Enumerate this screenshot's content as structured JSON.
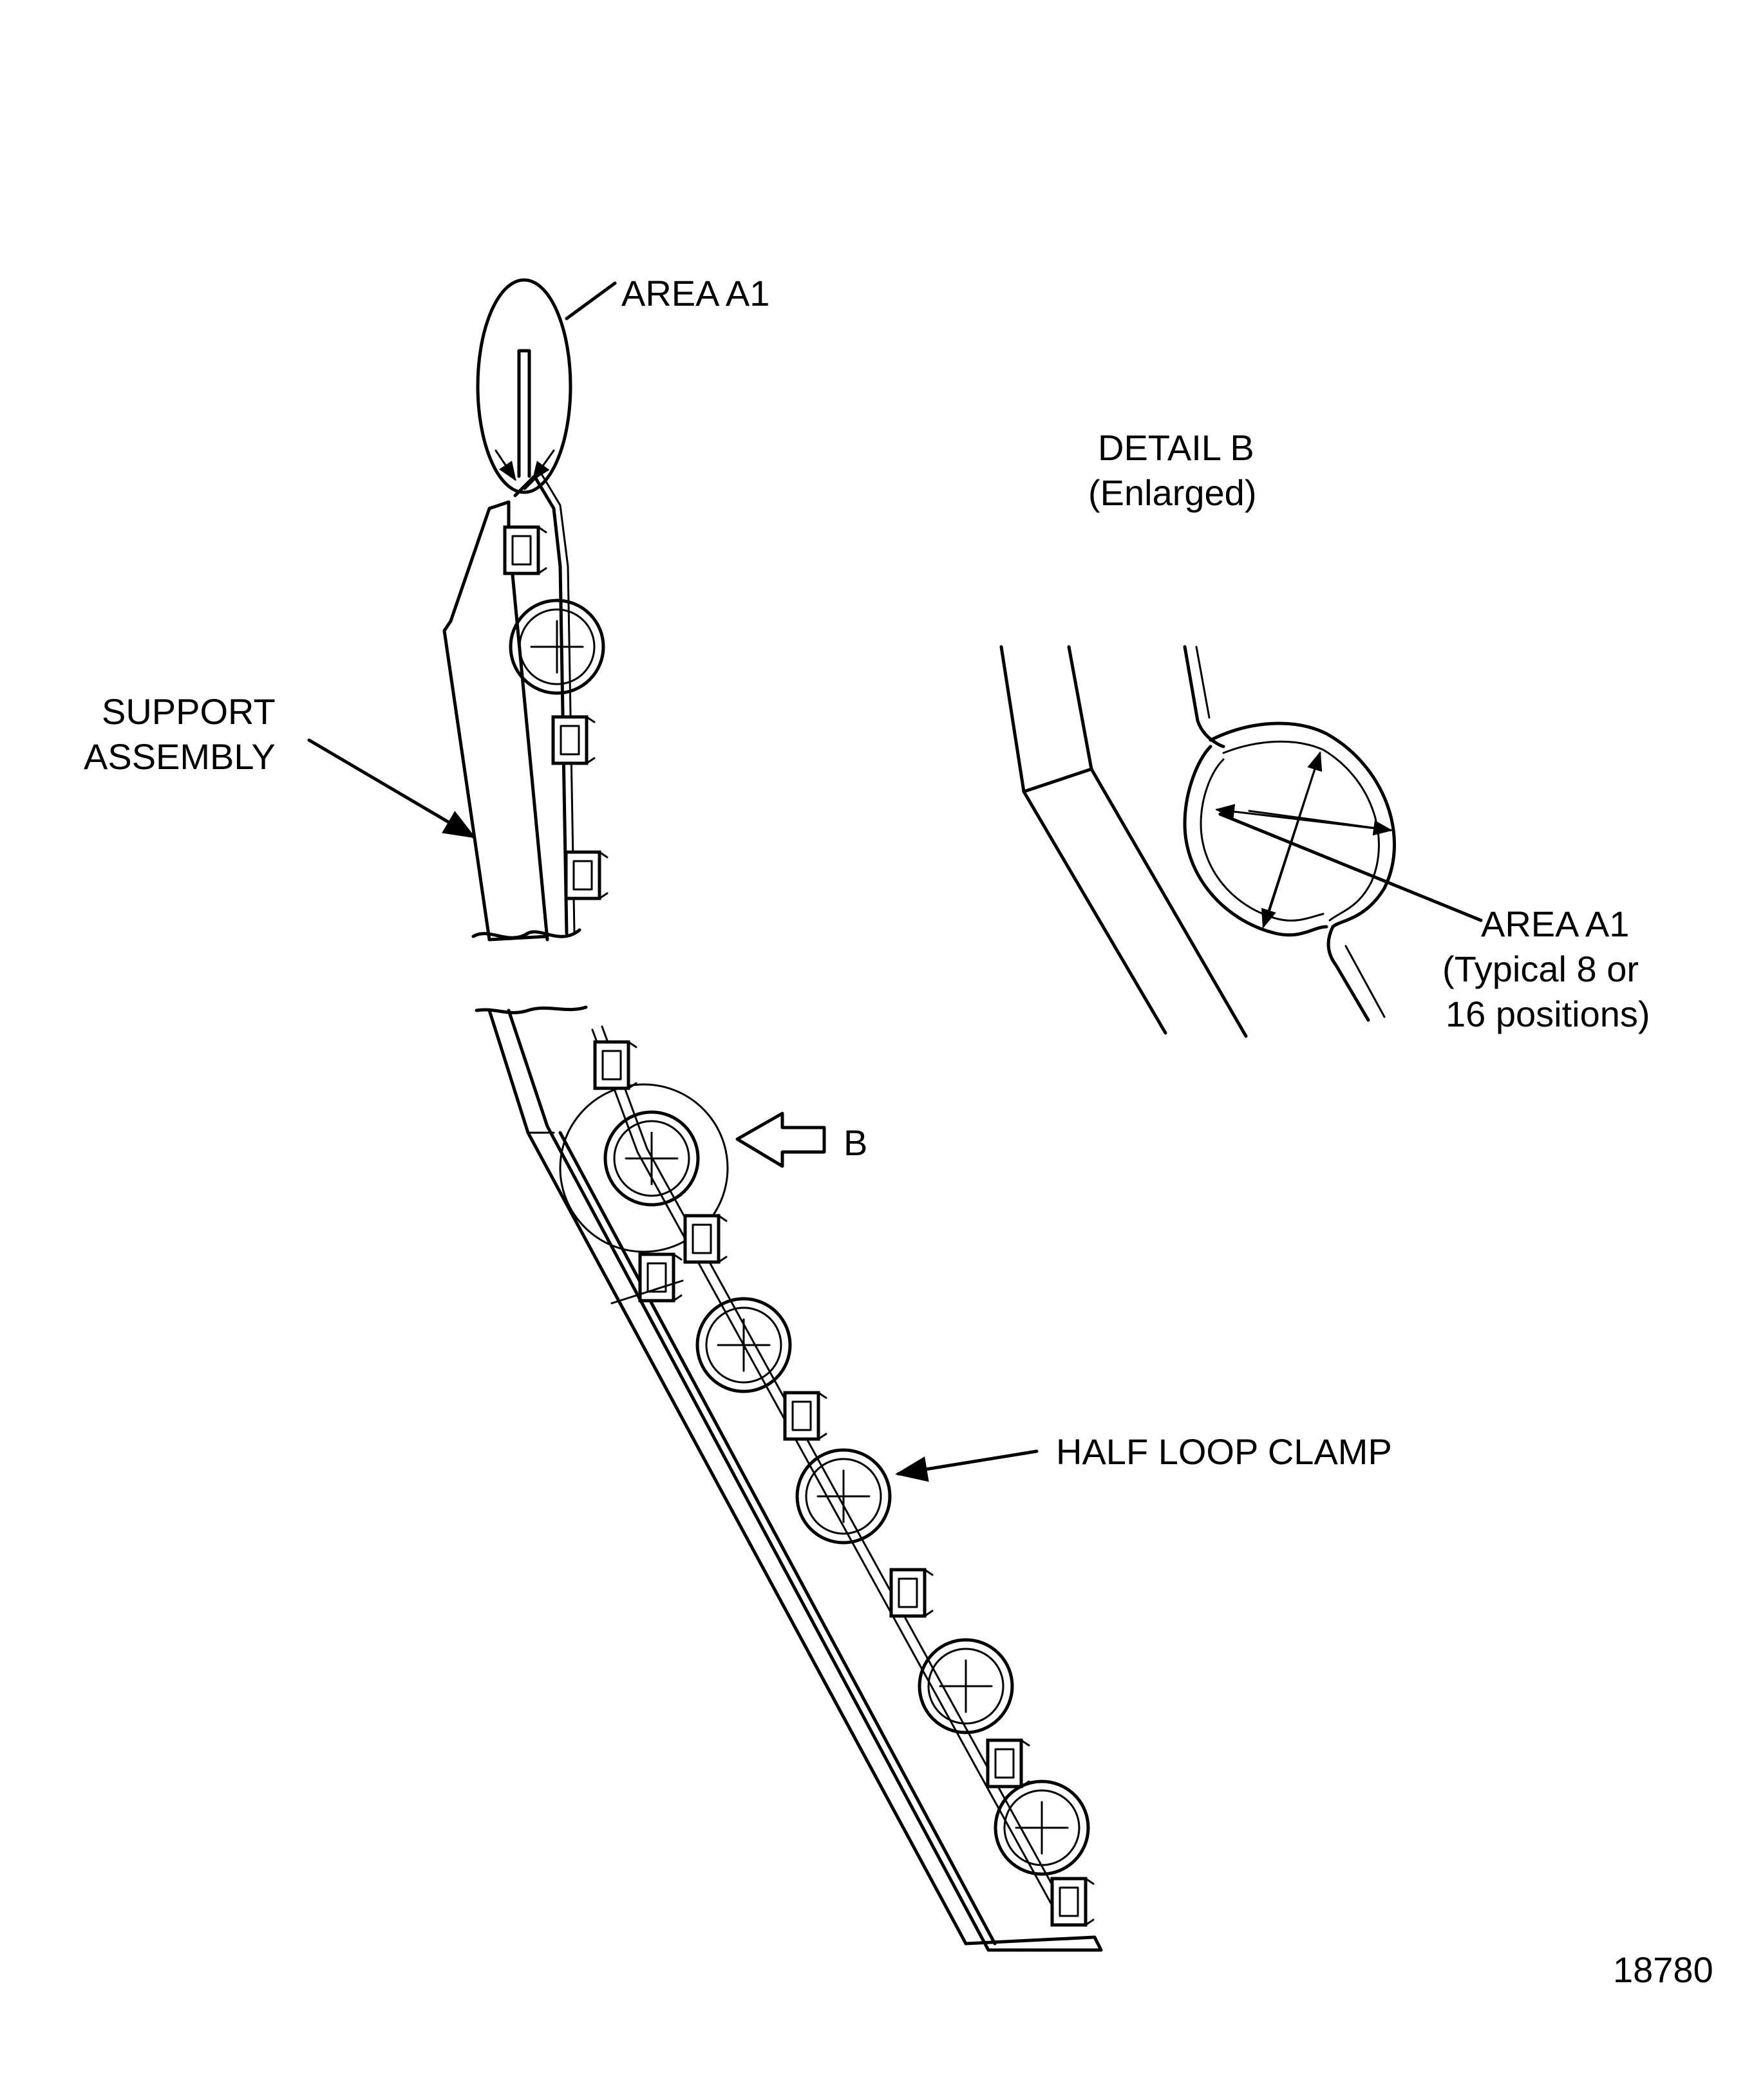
{
  "diagram": {
    "labels": {
      "area_top": "AREA A1",
      "detail_title": "DETAIL B",
      "detail_subtitle": "(Enlarged)",
      "support_line1": "SUPPORT",
      "support_line2": "ASSEMBLY",
      "area_detail": "AREA A1",
      "area_detail_note1": "(Typical 8 or",
      "area_detail_note2": "16 positions)",
      "view_arrow": "B",
      "clamp": "HALF LOOP CLAMP",
      "figure_number": "18780"
    }
  }
}
